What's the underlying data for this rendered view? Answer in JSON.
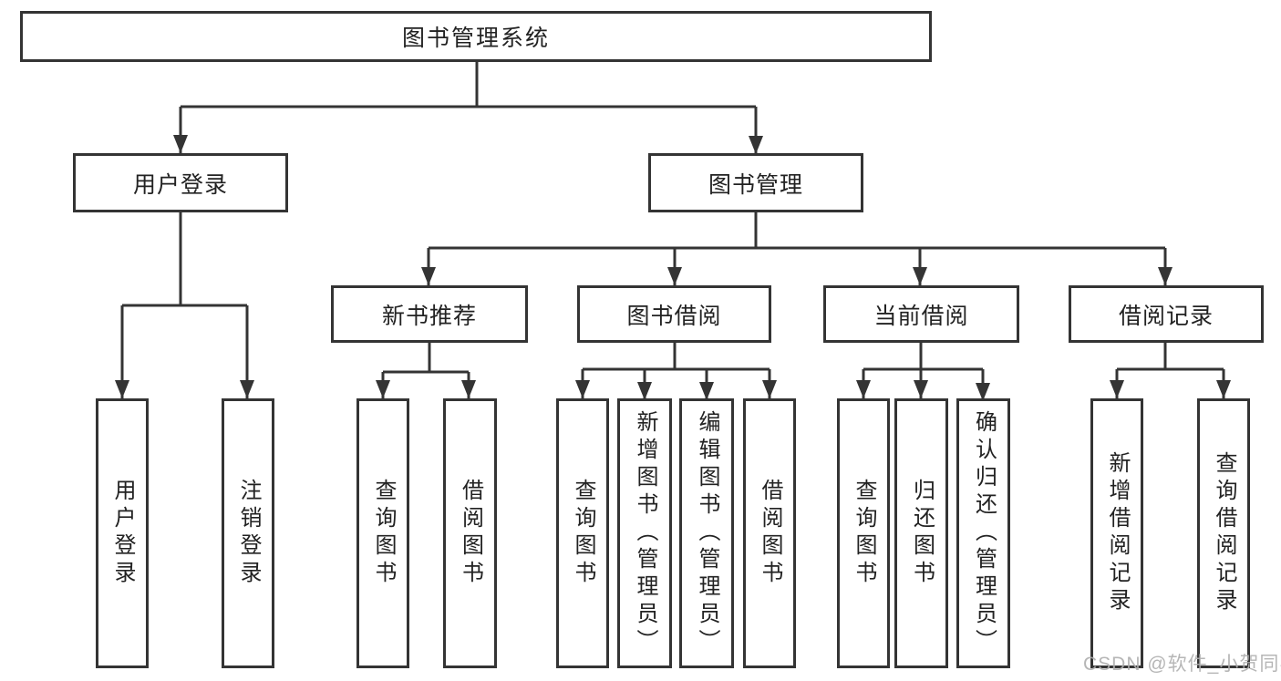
{
  "diagram": {
    "title": "图书管理系统",
    "level2": {
      "user_login": "用户登录",
      "book_mgmt": "图书管理"
    },
    "level3": {
      "new_book_rec": "新书推荐",
      "book_borrow": "图书借阅",
      "current_borrow": "当前借阅",
      "borrow_records": "借阅记录"
    },
    "leaves": [
      {
        "label": "用户登录"
      },
      {
        "label": "注销登录"
      },
      {
        "label": "查询图书"
      },
      {
        "label": "借阅图书"
      },
      {
        "label": "查询图书"
      },
      {
        "label": "新增图书（管理员）"
      },
      {
        "label": "编辑图书（管理员）"
      },
      {
        "label": "借阅图书"
      },
      {
        "label": "查询图书"
      },
      {
        "label": "归还图书"
      },
      {
        "label": "确认归还（管理员）"
      },
      {
        "label": "新增借阅记录"
      },
      {
        "label": "查询借阅记录"
      }
    ]
  },
  "watermark": "CSDN @软件_小贺同学",
  "colors": {
    "line": "#343434",
    "text": "#222222",
    "box_background": "#ffffff",
    "page_background": "#ffffff",
    "watermark": "#afafaf"
  }
}
